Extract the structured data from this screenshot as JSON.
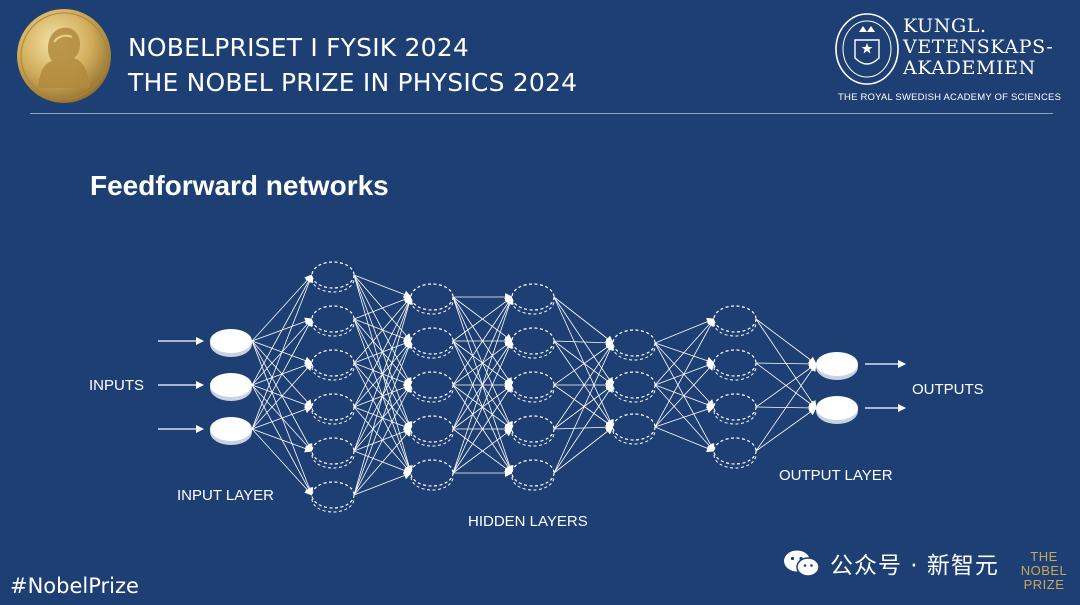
{
  "header": {
    "title_line1": "NOBELPRISET I FYSIK 2024",
    "title_line2": "THE NOBEL PRIZE IN PHYSICS 2024",
    "academy_lines": [
      "KUNGL.",
      "VETENSKAPS-",
      "AKADEMIEN"
    ],
    "academy_subtitle": "THE ROYAL SWEDISH ACADEMY OF SCIENCES"
  },
  "slide": {
    "title": "Feedforward networks"
  },
  "diagram": {
    "labels": {
      "inputs": "INPUTS",
      "outputs": "OUTPUTS",
      "input_layer": "INPUT LAYER",
      "hidden_layers": "HIDDEN LAYERS",
      "output_layer": "OUTPUT LAYER"
    },
    "layers": [
      {
        "name": "input",
        "nodes": 3,
        "style": "solid"
      },
      {
        "name": "hidden-1",
        "nodes": 6,
        "style": "dashed"
      },
      {
        "name": "hidden-2",
        "nodes": 5,
        "style": "dashed"
      },
      {
        "name": "hidden-3",
        "nodes": 5,
        "style": "dashed"
      },
      {
        "name": "hidden-4",
        "nodes": 3,
        "style": "dashed"
      },
      {
        "name": "hidden-5",
        "nodes": 4,
        "style": "dashed"
      },
      {
        "name": "output",
        "nodes": 2,
        "style": "solid"
      }
    ],
    "input_arrows": 3,
    "output_arrows": 2
  },
  "footer": {
    "hashtag": "#NobelPrize",
    "watermark_text": "公众号 · 新智元",
    "prize_logo_lines": [
      "THE",
      "NOBEL",
      "PRIZE"
    ]
  },
  "colors": {
    "background": "#1e3f73",
    "foreground": "#ffffff",
    "gold": "#c9a85a"
  }
}
